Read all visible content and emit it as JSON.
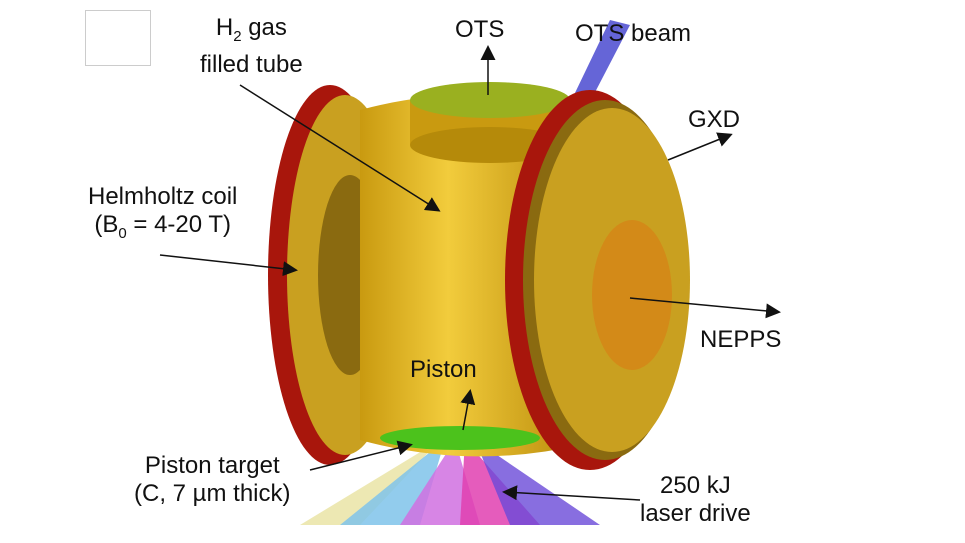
{
  "labels": {
    "gas_tube_line1_main": "H",
    "gas_tube_line1_sub": "2",
    "gas_tube_line1_rest": " gas",
    "gas_tube_line2": "filled tube",
    "ots": "OTS",
    "ots_beam": "OTS beam",
    "gxd": "GXD",
    "coil_line1": "Helmholtz coil",
    "coil_line2_pre": "(B",
    "coil_line2_sub": "0",
    "coil_line2_post": " = 4-20 T)",
    "nepps": "NEPPS",
    "piston": "Piston",
    "piston_target_line1": "Piston target",
    "piston_target_line2": "(C, 7 µm thick)",
    "laser_line1": "250 kJ",
    "laser_line2": "laser drive"
  },
  "colors": {
    "coil": "#a8160c",
    "tube": "#e6b820",
    "piston": "#4cc21c",
    "ots_beam": "#4a4ad0"
  }
}
